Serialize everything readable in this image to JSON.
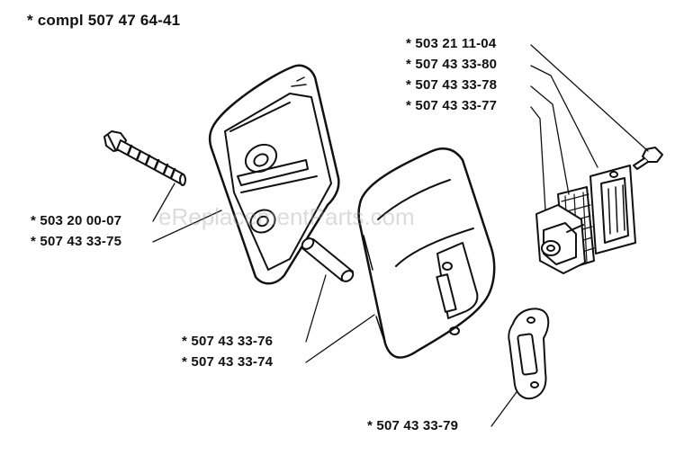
{
  "diagram": {
    "title": "* compl 507 47 64-41",
    "watermark": "eReplacementParts.com",
    "callouts": {
      "washer_screw": "* 503 21 11-04",
      "plate_80": "* 507 43 33-80",
      "plate_78": "* 507 43 33-78",
      "gasket_77": "* 507 43 33-77",
      "bolt": "* 503 20 00-07",
      "muffler_body": "* 507 43 33-75",
      "spacer_pin": "* 507 43 33-76",
      "muffler_cover": "* 507 43 33-74",
      "gasket_79": "* 507 43 33-79"
    }
  },
  "colors": {
    "line": "#111111",
    "background": "#ffffff"
  }
}
